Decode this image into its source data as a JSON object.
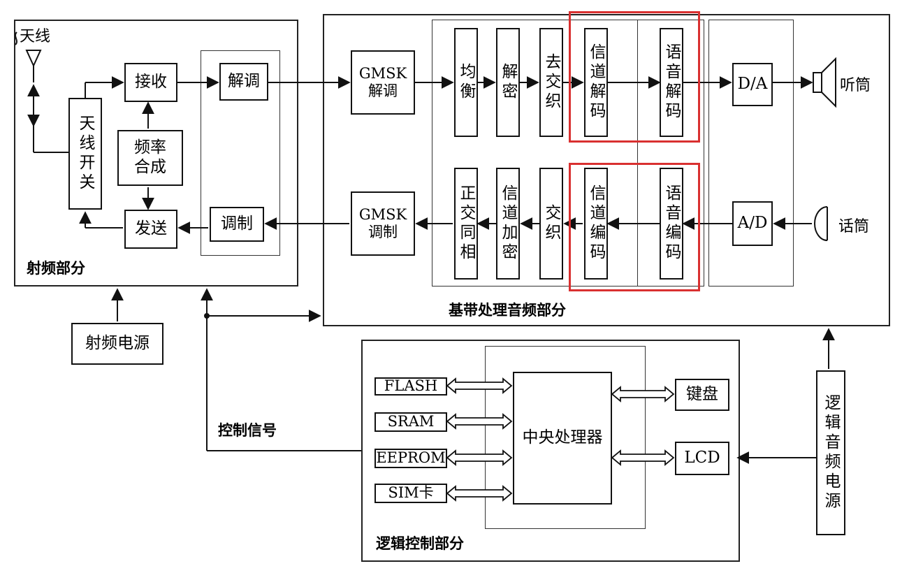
{
  "rf": {
    "section_label": "射频部分",
    "antenna": "天线",
    "antenna_switch": "天线开关",
    "receive": "接收",
    "freq_synth": "频率\n合成",
    "transmit": "发送",
    "demodulate": "解调",
    "modulate": "调制"
  },
  "rf_power": "射频电源",
  "control_signal": "控制信号",
  "baseband": {
    "section_label": "基带处理音频部分",
    "gmsk_demod": "GMSK\n解调",
    "gmsk_mod": "GMSK\n调制",
    "equalize": "均衡",
    "decrypt": "解密",
    "deinterleave": "去交织",
    "channel_decode": "信道解码",
    "speech_decode": "语音解码",
    "da": "D/A",
    "earpiece": "听筒",
    "quadrature": "正交同相",
    "encrypt": "信道加密",
    "interleave": "交织",
    "channel_encode": "信道编码",
    "speech_encode": "语音编码",
    "ad": "A/D",
    "microphone": "话筒"
  },
  "logic": {
    "section_label": "逻辑控制部分",
    "cpu": "中央处理器",
    "flash": "FLASH",
    "sram": "SRAM",
    "eeprom": "EEPROM",
    "sim": "SIM卡",
    "keyboard": "键盘",
    "lcd": "LCD"
  },
  "logic_power": "逻辑音频电源",
  "colors": {
    "line": "#111111",
    "highlight": "#d93030"
  }
}
